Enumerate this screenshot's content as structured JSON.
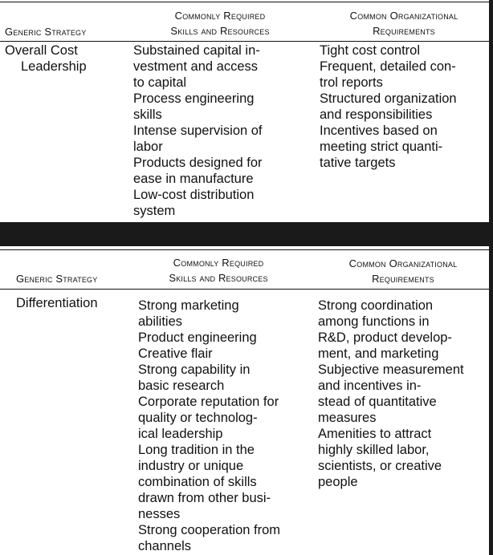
{
  "section1": {
    "header_strategy": "Generic Strategy",
    "header_skills": [
      "Commonly Required",
      "Skills and Resources"
    ],
    "header_org": [
      "Common Organizational",
      "Requirements"
    ],
    "strategy": [
      "Overall Cost",
      "Leadership"
    ],
    "skills": [
      [
        "Substained capital in-",
        "vestment and access",
        "to capital"
      ],
      [
        "Process engineering",
        "skills"
      ],
      [
        "Intense supervision of",
        "labor"
      ],
      [
        "Products designed for",
        "ease in manufacture"
      ],
      [
        "Low-cost distribution",
        "system"
      ]
    ],
    "org": [
      [
        "Tight cost control"
      ],
      [
        "Frequent, detailed con-",
        "trol reports"
      ],
      [
        "Structured organization",
        "and responsibilities"
      ],
      [
        "Incentives based on",
        "meeting strict quanti-",
        "tative targets"
      ]
    ]
  },
  "section2": {
    "header_strategy": "Generic Strategy",
    "header_skills": [
      "Commonly Required",
      "Skills and Resources"
    ],
    "header_org": [
      "Common Organizational",
      "Requirements"
    ],
    "strategy": [
      "Differentiation"
    ],
    "skills": [
      [
        "Strong marketing",
        "abilities"
      ],
      [
        "Product engineering"
      ],
      [
        "Creative flair"
      ],
      [
        "Strong capability in",
        "basic research"
      ],
      [
        "Corporate reputation for",
        "quality or technolog-",
        "ical leadership"
      ],
      [
        "Long tradition in the",
        "industry or unique",
        "combination of skills",
        "drawn from other busi-",
        "nesses"
      ],
      [
        "Strong cooperation from",
        "channels"
      ]
    ],
    "org": [
      [
        "Strong coordination",
        "among functions in",
        "R&D, product develop-",
        "ment, and marketing"
      ],
      [
        "Subjective measurement",
        "and incentives in-",
        "stead of quantitative",
        "measures"
      ],
      [
        "Amenities to attract",
        "highly skilled labor,",
        "scientists, or creative",
        "people"
      ]
    ]
  }
}
